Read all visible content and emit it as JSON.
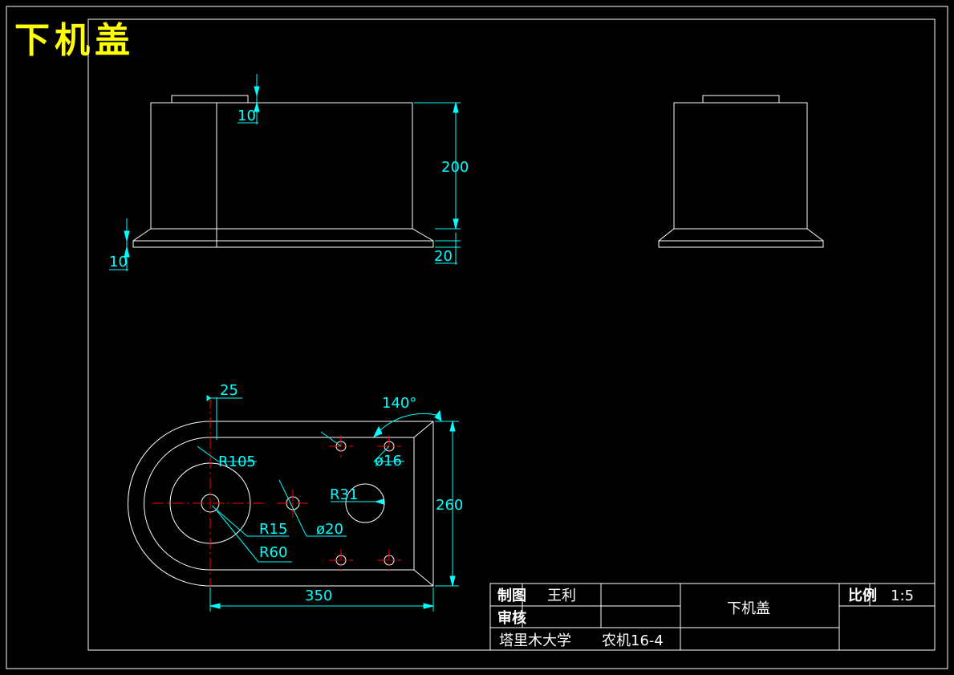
{
  "header": {
    "title": "下机盖"
  },
  "colors": {
    "line": "#ffffff",
    "dimension": "#00ffff",
    "center": "#ff0000",
    "title": "#ffff00"
  },
  "front_view": {
    "dims": {
      "top_step": "10",
      "height": "200",
      "base_left": "10",
      "base_right": "20"
    }
  },
  "plan_view": {
    "dims": {
      "offset": "25",
      "angle": "140°",
      "outer_radius": "R105",
      "hole_small": "ø16",
      "hub_radius": "R31",
      "length_vertical": "260",
      "bore_radius": "R15",
      "hole_mid": "ø20",
      "hub_outer": "R60",
      "length_horizontal": "350"
    }
  },
  "title_block": {
    "rows": {
      "drawn": "制图",
      "checked": "审核"
    },
    "name": "王利",
    "part_name": "下机盖",
    "scale_label": "比例",
    "scale": "1:5",
    "school": "塔里木大学",
    "class": "农机16-4"
  }
}
